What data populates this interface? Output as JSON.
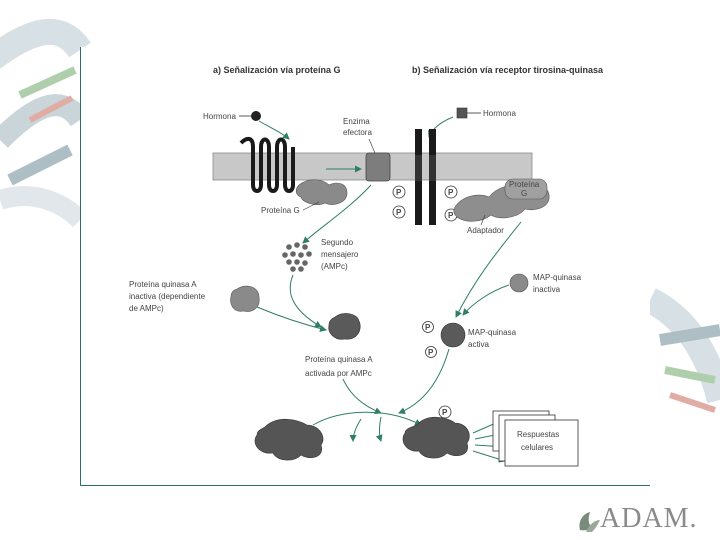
{
  "panel_a": {
    "title": "a) Señalización vía proteína G",
    "hormone": "Hormona",
    "effector_enzyme": [
      "Enzima",
      "efectora"
    ],
    "g_protein": "Proteína G",
    "second_messenger": [
      "Segundo",
      "mensajero",
      "(AMPc)"
    ],
    "pka_inactive": [
      "Proteína quinasa A",
      "inactiva (dependiente",
      "de AMPc)"
    ],
    "pka_active": [
      "Proteína quinasa A",
      "activada por AMPc"
    ]
  },
  "panel_b": {
    "title": "b) Señalización vía receptor tirosina-quinasa",
    "hormone": "Hormona",
    "g_protein": [
      "Proteína",
      "G"
    ],
    "adapter": "Adaptador",
    "map_inactive": [
      "MAP-quinasa",
      "inactiva"
    ],
    "map_active": [
      "MAP-quinasa",
      "activa"
    ],
    "phosphate": "P"
  },
  "responses": [
    "Respuestas",
    "celulares"
  ],
  "logo": "ADAM."
}
